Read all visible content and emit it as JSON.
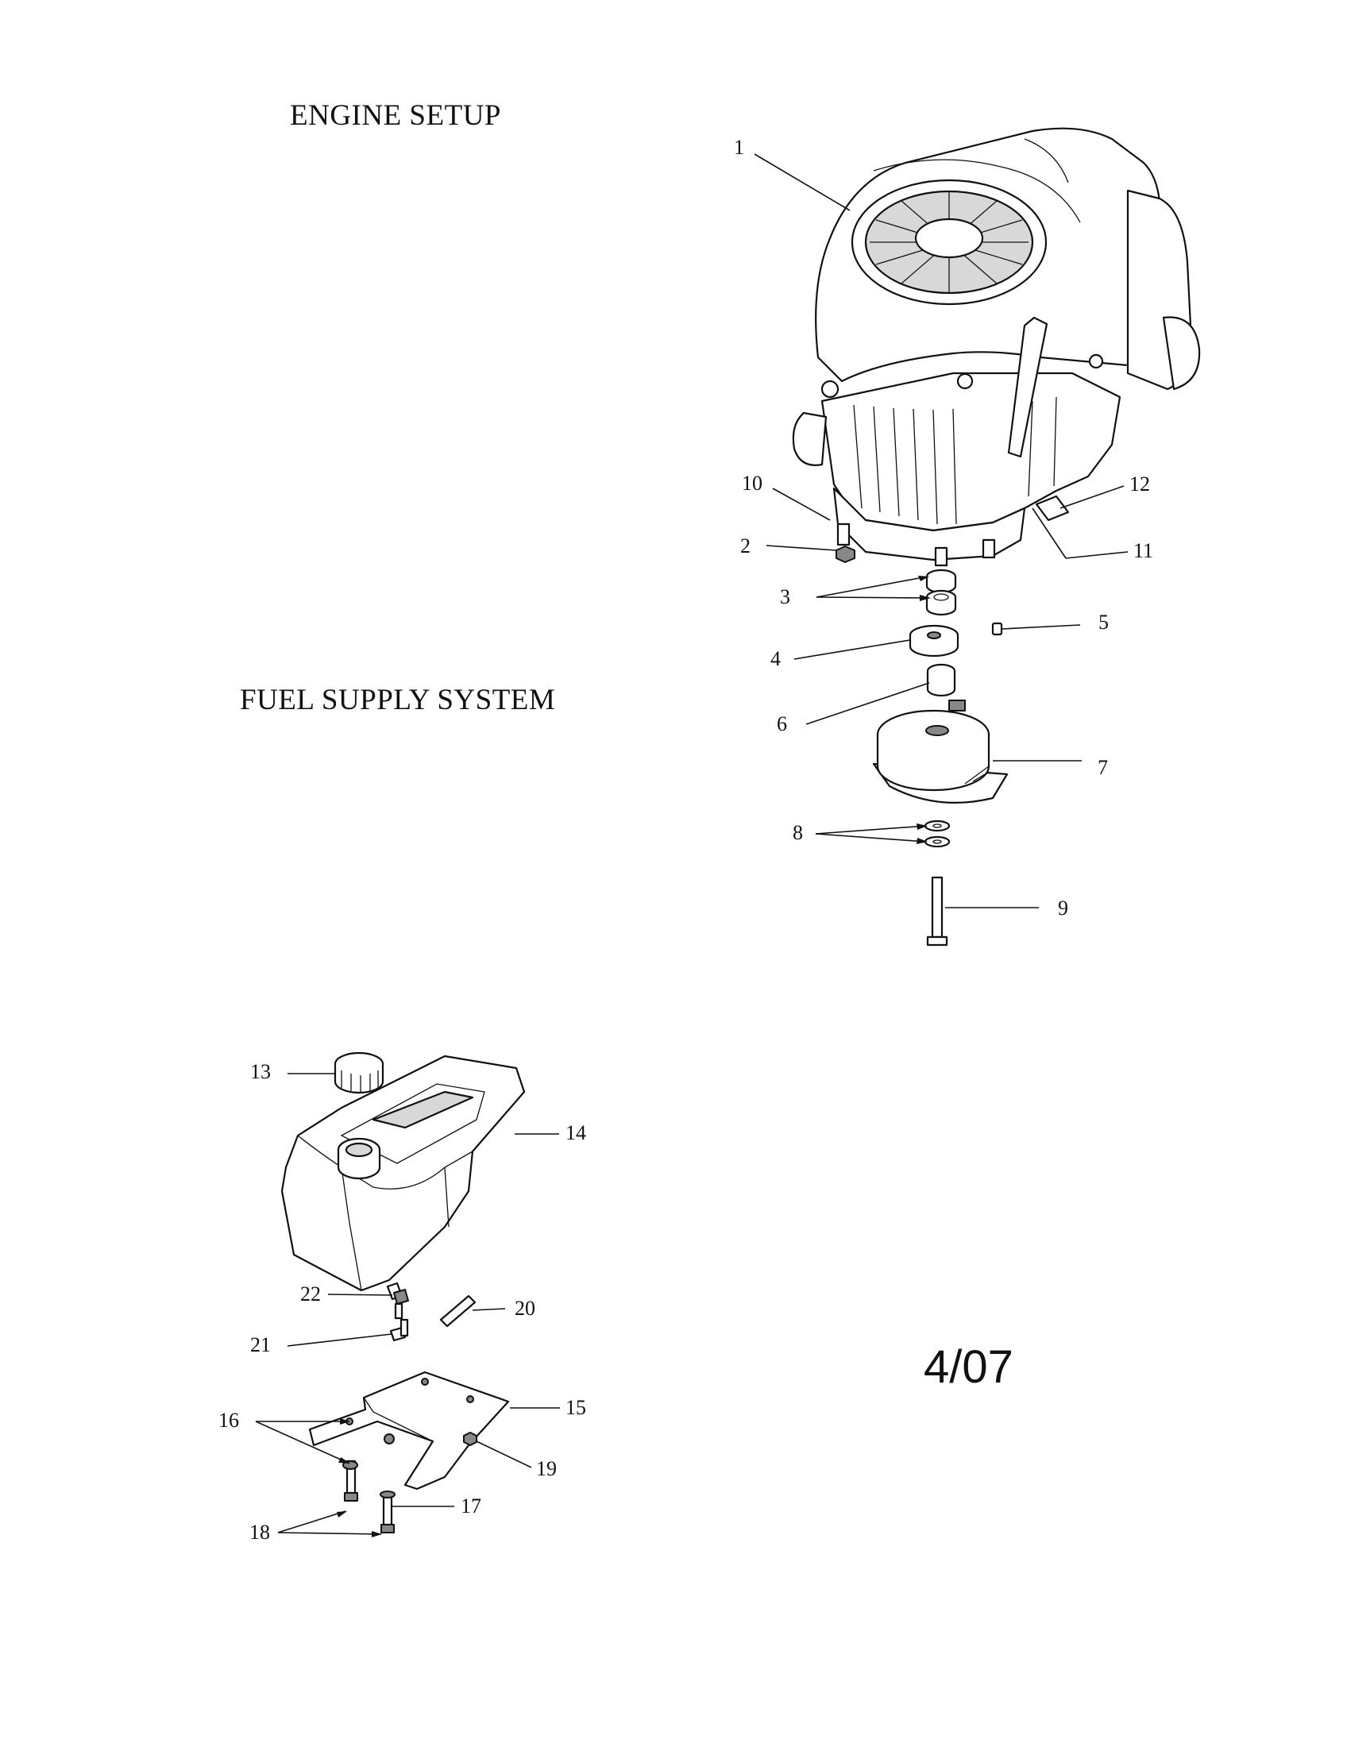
{
  "headings": {
    "engine_setup": "ENGINE SETUP",
    "fuel_supply_system": "FUEL SUPPLY SYSTEM"
  },
  "page_code": "4/07",
  "callouts": [
    {
      "id": "c1",
      "label": "1"
    },
    {
      "id": "c2",
      "label": "2"
    },
    {
      "id": "c3",
      "label": "3"
    },
    {
      "id": "c4",
      "label": "4"
    },
    {
      "id": "c5",
      "label": "5"
    },
    {
      "id": "c6",
      "label": "6"
    },
    {
      "id": "c7",
      "label": "7"
    },
    {
      "id": "c8",
      "label": "8"
    },
    {
      "id": "c9",
      "label": "9"
    },
    {
      "id": "c10",
      "label": "10"
    },
    {
      "id": "c11",
      "label": "11"
    },
    {
      "id": "c12",
      "label": "12"
    },
    {
      "id": "c13",
      "label": "13"
    },
    {
      "id": "c14",
      "label": "14"
    },
    {
      "id": "c15",
      "label": "15"
    },
    {
      "id": "c16",
      "label": "16"
    },
    {
      "id": "c17",
      "label": "17"
    },
    {
      "id": "c18",
      "label": "18"
    },
    {
      "id": "c19",
      "label": "19"
    },
    {
      "id": "c20",
      "label": "20"
    },
    {
      "id": "c21",
      "label": "21"
    },
    {
      "id": "c22",
      "label": "22"
    }
  ]
}
